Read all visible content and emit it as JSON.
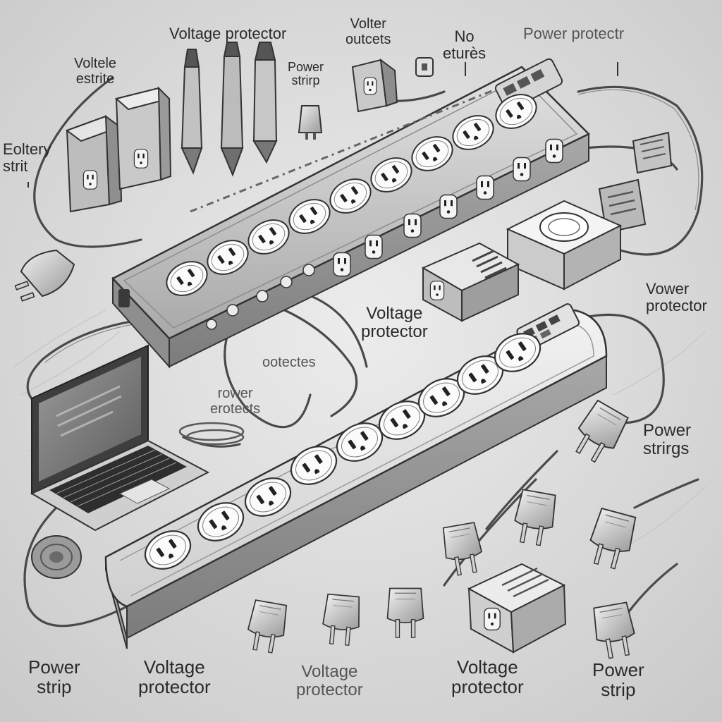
{
  "labels": {
    "voltage_protector_top": "Voltage protector",
    "volter_outeets": "Volter\noutcets",
    "no_etures": "No\neturès",
    "power_protectr_top": "Power protectr",
    "voltele_estrite": "Voltele\nestrite",
    "power_strirp_small": "Power\nstrirp",
    "eoltery_strit": "Eoltery\nstrit",
    "voltage_protector_mid": "Voltage\nprotector",
    "oolectes": "ootectes",
    "vower_protector": "Vower\nprotector",
    "rower_erotects": "rower\nerotects",
    "power_strings": "Power\nstrirgs",
    "power_strip_bottom_left": "Power\nstrip",
    "voltage_protector_bottom_1": "Voltage\nprotector",
    "voltage_bottom_center": "Voltage\nprotector",
    "voltage_protector_bottom_2": "Voltage\nprotector",
    "power_strip_bottom_right": "Power\nstrip"
  }
}
